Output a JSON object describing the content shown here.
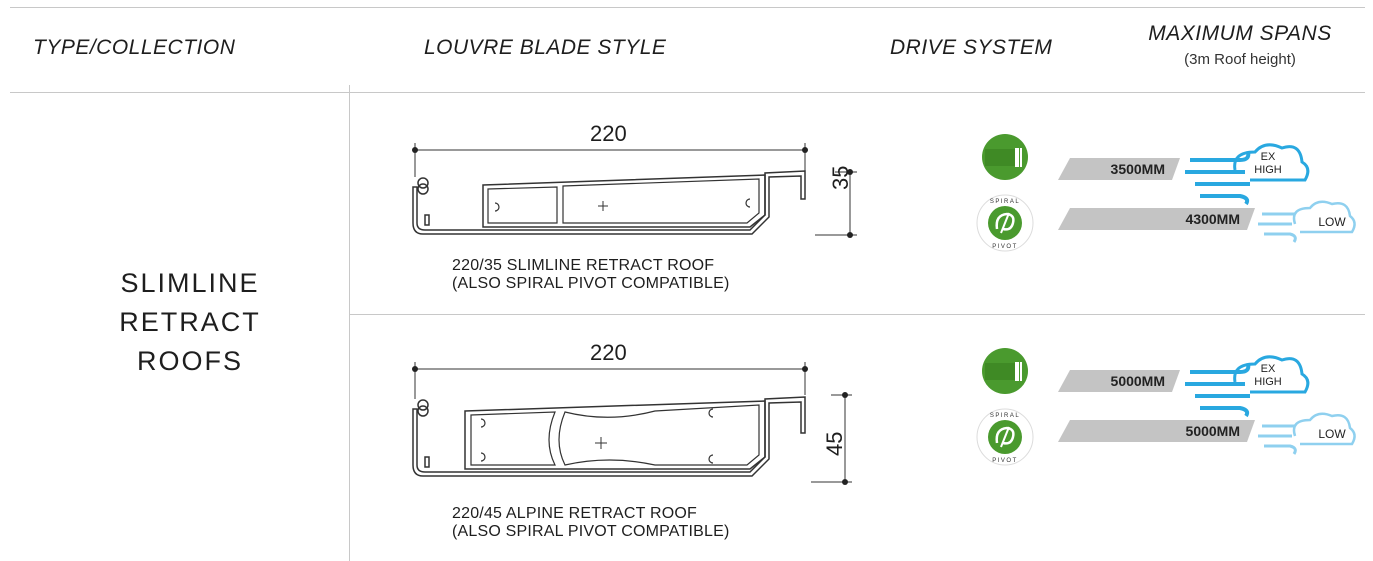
{
  "header": {
    "type_collection": "TYPE/COLLECTION",
    "louvre_blade_style": "LOUVRE BLADE STYLE",
    "drive_system": "DRIVE SYSTEM",
    "maximum_spans": "MAXIMUM SPANS",
    "maximum_spans_note": "(3m Roof height)"
  },
  "collection": {
    "line1": "SLIMLINE",
    "line2": "RETRACT",
    "line3": "ROOFS"
  },
  "rows": [
    {
      "width_dim": "220",
      "height_dim": "35",
      "caption_line1": "220/35 SLIMLINE RETRACT ROOF",
      "caption_line2": "(ALSO SPIRAL PIVOT COMPATIBLE)",
      "spiral_top": "SPIRAL",
      "spiral_bottom": "PIVOT",
      "spans": [
        {
          "value": "3500MM",
          "wind_line1": "EX",
          "wind_line2": "HIGH"
        },
        {
          "value": "4300MM",
          "wind_line1": "LOW"
        }
      ]
    },
    {
      "width_dim": "220",
      "height_dim": "45",
      "caption_line1": "220/45 ALPINE RETRACT ROOF",
      "caption_line2": "(ALSO SPIRAL PIVOT COMPATIBLE)",
      "spiral_top": "SPIRAL",
      "spiral_bottom": "PIVOT",
      "spans": [
        {
          "value": "5000MM",
          "wind_line1": "EX",
          "wind_line2": "HIGH"
        },
        {
          "value": "5000MM",
          "wind_line1": "LOW"
        }
      ]
    }
  ],
  "colors": {
    "green": "#4a9a2e",
    "bar_grey": "#c4c4c4",
    "wind_blue": "#29a8e0",
    "rule": "#c8c8c8"
  },
  "icons": {
    "motor": "motor-drive-icon",
    "spiral": "spiral-pivot-icon",
    "ex_high": "wind-cloud-ex-high-icon",
    "low": "wind-cloud-low-icon"
  }
}
